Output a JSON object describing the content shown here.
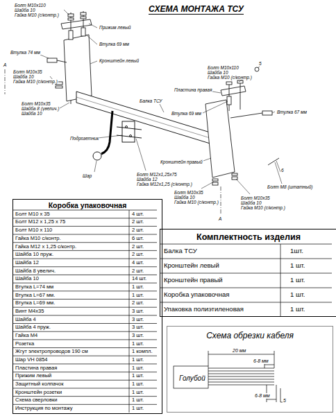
{
  "diagram": {
    "title": "СХЕМА МОНТАЖА ТСУ",
    "nodes": [
      {
        "text": [
          "Коробка упаковочная"
        ]
      },
      {
        "text": [
          "Комплектность изделия"
        ]
      },
      {
        "text": [
          "Схема обрезки кабеля"
        ]
      }
    ],
    "labels": [
      "Болт М10х110",
      "Шайба 10",
      "Гайка М10 (с/контр.)",
      "Прижим левый",
      "Втулка 69 мм",
      "Кронштейн левый",
      "Втулка 74 мм",
      "А",
      "Болт М10х35",
      "Шайба 10",
      "Гайка М10 (с/контр.)",
      "Болт М10х35",
      "Шайба 8 (увелич.)",
      "Шайба 10",
      "Балка ТСУ",
      "Подрозетник",
      "Шар",
      "Болт М12х1,25х75",
      "Шайба 12",
      "Гайка М12х1,25 (с/контр.)",
      "Болт М10х110",
      "Шайба 10",
      "Гайка М10 (с/контр.)",
      "5",
      "Пластина правая",
      "Втулка 69 мм",
      "Втулка 67 мм",
      "Кронштейн правый",
      "6",
      "Болт М8 (штатный)",
      "Болт М10х35",
      "Шайба 10",
      "Гайка М10 (с/контр.)",
      "Болт М10х35",
      "Шайба 10",
      "Гайка М10 (с/контр.)",
      "А",
      "Болт М10 х 35",
      "4 шт.",
      "Болт М12 х 1,25 х 75",
      "2 шт.",
      "Болт М10 х 110",
      "2 шт.",
      "Гайка М10 с/контр.",
      "6 шт.",
      "Гайка М12 х 1,25 с/контр.",
      "2 шт.",
      "Шайба 10 пруж.",
      "2 шт.",
      "Шайба 12",
      "4 шт.",
      "Шайба 8 увелич.",
      "2 шт.",
      "Шайба 10",
      "14 шт.",
      "Втулка L=74 мм",
      "1 шт.",
      "Втулка L=67 мм.",
      "1 шт.",
      "Втулка L=69 мм.",
      "2 шт.",
      "Винт М4х35",
      "3 шт.",
      "Шайба 4",
      "3 шт.",
      "Шайба 4 пруж.",
      "3 шт.",
      "Гайка М4",
      "3 шт.",
      "Розетка",
      "1 шт.",
      "Жгут электропроводов 190 см",
      "1 компл.",
      "Шар VH 0854",
      "1 шт.",
      "Пластина правая",
      "1 шт.",
      "Прижим левый",
      "1 шт.",
      "Защитный колпачок",
      "1 шт.",
      "Кронштейн розетки",
      "1 шт.",
      "Схема сверловки",
      "1 шт.",
      "Инструкция по монтажу",
      "1 шт.",
      "Балка ТСУ",
      "1шт.",
      "Кронштейн левый",
      "1 шт.",
      "Кронштейн правый",
      "1 шт.",
      "Коробка упаковочная",
      "1 шт.",
      "Упаковка полиэтиленовая",
      "1 шт.",
      "20 мм",
      "6-8 мм",
      "Голубой",
      "6-8 мм",
      "5"
    ]
  }
}
